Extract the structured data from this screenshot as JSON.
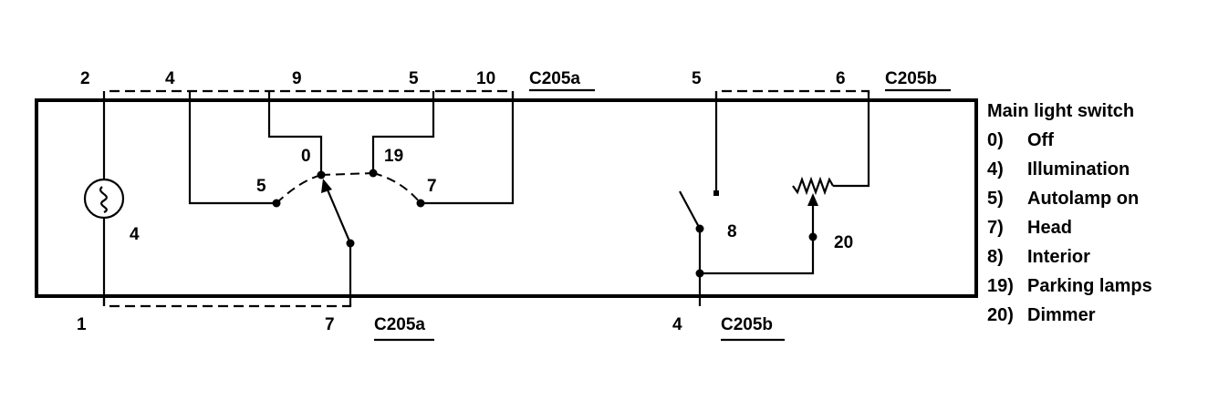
{
  "diagram": {
    "connectors": {
      "top_a": "C205a",
      "top_b": "C205b",
      "bottom_a": "C205a",
      "bottom_b": "C205b"
    },
    "pins": {
      "top_a": [
        "2",
        "4",
        "9",
        "5",
        "10"
      ],
      "top_b": [
        "5",
        "6"
      ],
      "bottom_a": [
        "1",
        "7"
      ],
      "bottom_b": [
        "4"
      ]
    },
    "component_labels": {
      "lamp": "4",
      "pos_off": "0",
      "pos_parking": "19",
      "pos_autolamp": "5",
      "pos_head": "7",
      "interior": "8",
      "dimmer": "20"
    }
  },
  "legend": {
    "title": "Main light switch",
    "items": [
      {
        "num": "0)",
        "desc": "Off"
      },
      {
        "num": "4)",
        "desc": "Illumination"
      },
      {
        "num": "5)",
        "desc": "Autolamp on"
      },
      {
        "num": "7)",
        "desc": "Head"
      },
      {
        "num": "8)",
        "desc": "Interior"
      },
      {
        "num": "19)",
        "desc": "Parking lamps"
      },
      {
        "num": "20)",
        "desc": "Dimmer"
      }
    ]
  }
}
